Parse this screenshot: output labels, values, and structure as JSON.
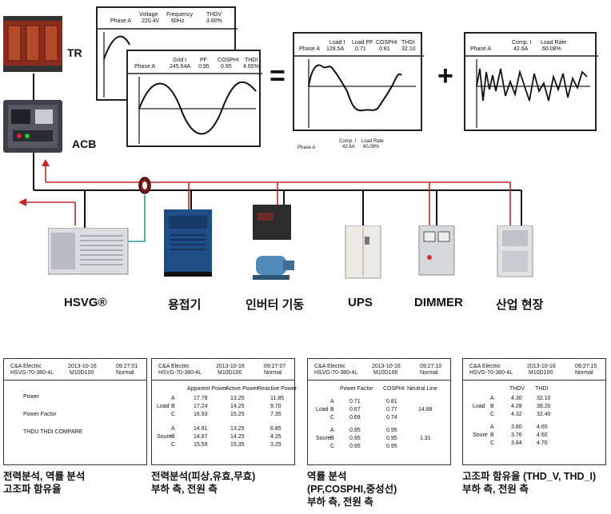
{
  "top_labels": {
    "tr": "TR",
    "acb": "ACB"
  },
  "voltage_box": {
    "phase": "Phase A",
    "h1": "Voltage",
    "v1": "220.4V",
    "h2": "Frequency",
    "v2": "60Hz",
    "h3": "THDV",
    "v3": "3.80%"
  },
  "grid_box": {
    "phase": "Phase A",
    "h1": "Grid I",
    "v1": "245.64A",
    "h2": "PF",
    "v2": "0.95",
    "h3": "COSPHI",
    "v3": "0.95",
    "h4": "THDI",
    "v4": "4.65%"
  },
  "load_box": {
    "phase": "Phase A",
    "h1": "Load I",
    "v1": "128.5A",
    "h2": "Load PF",
    "v2": "0.71",
    "h3": "COSPHI",
    "v3": "0.81",
    "h4": "THDI",
    "v4": "32.10"
  },
  "comp_box": {
    "phase": "Phase A",
    "h1": "Comp. I",
    "v1": "42.6A",
    "h2": "Load Rate",
    "v2": "60.08%"
  },
  "comp_below": {
    "phase": "Phase A",
    "h1": "Comp. I",
    "v1": "42.6A",
    "h2": "Load Rate",
    "v2": "60.08%"
  },
  "symbols": {
    "equals": "=",
    "plus": "+"
  },
  "devices": [
    "HSVG®",
    "용접기",
    "인버터 기동",
    "UPS",
    "DIMMER",
    "산업 현장"
  ],
  "panels": [
    {
      "company": "C&A Electric",
      "date": "2013-10-16",
      "time": "09:27:01",
      "model": "HSVG-70-380-4L",
      "code": "M10D100",
      "status": "Normal",
      "items": [
        "Power",
        "Power Factor",
        "THDU THDI COMPARE"
      ]
    },
    {
      "company": "C&A Electric",
      "date": "2013-10-16",
      "time": "09:27:07",
      "model": "HSVG-70-380-4L",
      "code": "M10D100",
      "status": "Normal",
      "headers": [
        "Apparent Power",
        "Active Power",
        "Reactive Power"
      ],
      "group1": "Load",
      "group2": "Soure",
      "phases": [
        "A",
        "B",
        "C"
      ],
      "load": [
        [
          "17.78",
          "13.25",
          "11.85"
        ],
        [
          "17.24",
          "14.25",
          "9.70"
        ],
        [
          "16.93",
          "15.25",
          "7.35"
        ]
      ],
      "source": [
        [
          "14.91",
          "13.25",
          "6.85"
        ],
        [
          "14.87",
          "14.25",
          "4.25"
        ],
        [
          "15.59",
          "15.35",
          "3.25"
        ]
      ]
    },
    {
      "company": "C&A Electric",
      "date": "2013-10-16",
      "time": "09:27:10",
      "model": "HSVG-70-380-4L",
      "code": "M10D100",
      "status": "Normal",
      "headers": [
        "Power Factor",
        "COSPHI",
        "Neutral Line"
      ],
      "group1": "Load",
      "group2": "Soure",
      "phases": [
        "A",
        "B",
        "C"
      ],
      "load": [
        [
          "0.71",
          "0.81"
        ],
        [
          "0.67",
          "0.77"
        ],
        [
          "0.69",
          "0.74"
        ]
      ],
      "load_neutral": "14.88",
      "source": [
        [
          "0.95",
          "0.95"
        ],
        [
          "0.95",
          "0.95"
        ],
        [
          "0.95",
          "0.95"
        ]
      ],
      "source_neutral": "1.31"
    },
    {
      "company": "C&A Electric",
      "date": "2013-10-16",
      "time": "09:27:15",
      "model": "HSVG-70-380-4L",
      "code": "M10D100",
      "status": "Normal",
      "headers": [
        "THDV",
        "THDI"
      ],
      "group1": "Load",
      "group2": "Soure",
      "phases": [
        "A",
        "B",
        "C"
      ],
      "load": [
        [
          "4.30",
          "32.10"
        ],
        [
          "4.28",
          "39.20"
        ],
        [
          "4.32",
          "32.40"
        ]
      ],
      "source": [
        [
          "3.80",
          "4.65"
        ],
        [
          "3.76",
          "4.60"
        ],
        [
          "3.84",
          "4.70"
        ]
      ]
    }
  ],
  "captions": [
    [
      "전력분석, 역률 분석",
      "고조파 함유율"
    ],
    [
      "전력분석(피상,유효,무효)",
      "부하 측, 전원 측"
    ],
    [
      "역률 분석",
      "(PF,COSPHI,중성선)",
      "부하 측, 전원 측"
    ],
    [
      "고조파 함유율 (THD_V, THD_I)",
      "부하 측, 전원 측"
    ]
  ],
  "colors": {
    "line": "#111111",
    "red": "#c0262a",
    "teal": "#2a9d96"
  }
}
